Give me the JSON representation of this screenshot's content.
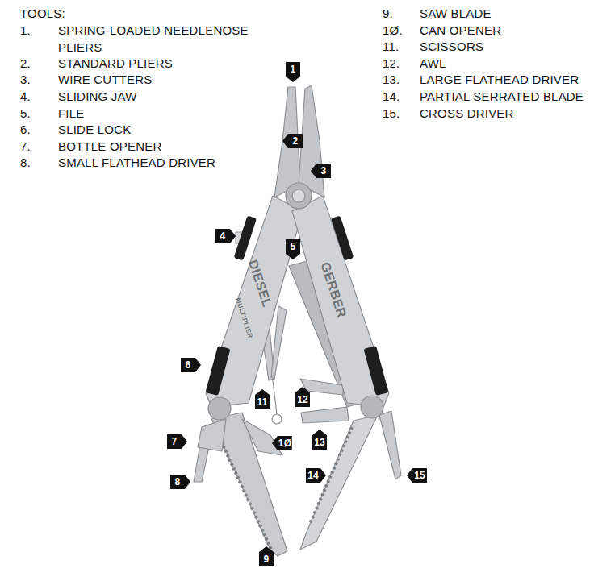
{
  "diagram": {
    "title": "TOOLS:",
    "labels": [
      "1.",
      "SPRING-LOADED NEEDLENOSE PLIERS",
      "2.",
      "STANDARD PLIERS",
      "3.",
      "WIRE CUTTERS",
      "4.",
      "SLIDING JAW",
      "5.",
      "FILE",
      "6.",
      "SLIDE LOCK",
      "7.",
      "BOTTLE OPENER",
      "8.",
      "SMALL FLATHEAD DRIVER",
      "9.",
      "SAW BLADE",
      "1Ø.",
      "CAN OPENER",
      "11.",
      "SCISSORS",
      "12.",
      "AWL",
      "13.",
      "LARGE FLATHEAD DRIVER",
      "14.",
      "PARTIAL SERRATED BLADE",
      "15.",
      "CROSS DRIVER",
      "DIESEL",
      "MULTIPLIER",
      "GERBER",
      "1",
      "2",
      "3",
      "4",
      "5",
      "6",
      "7",
      "8",
      "9",
      "1Ø",
      "11",
      "12",
      "13",
      "14",
      "15"
    ]
  }
}
